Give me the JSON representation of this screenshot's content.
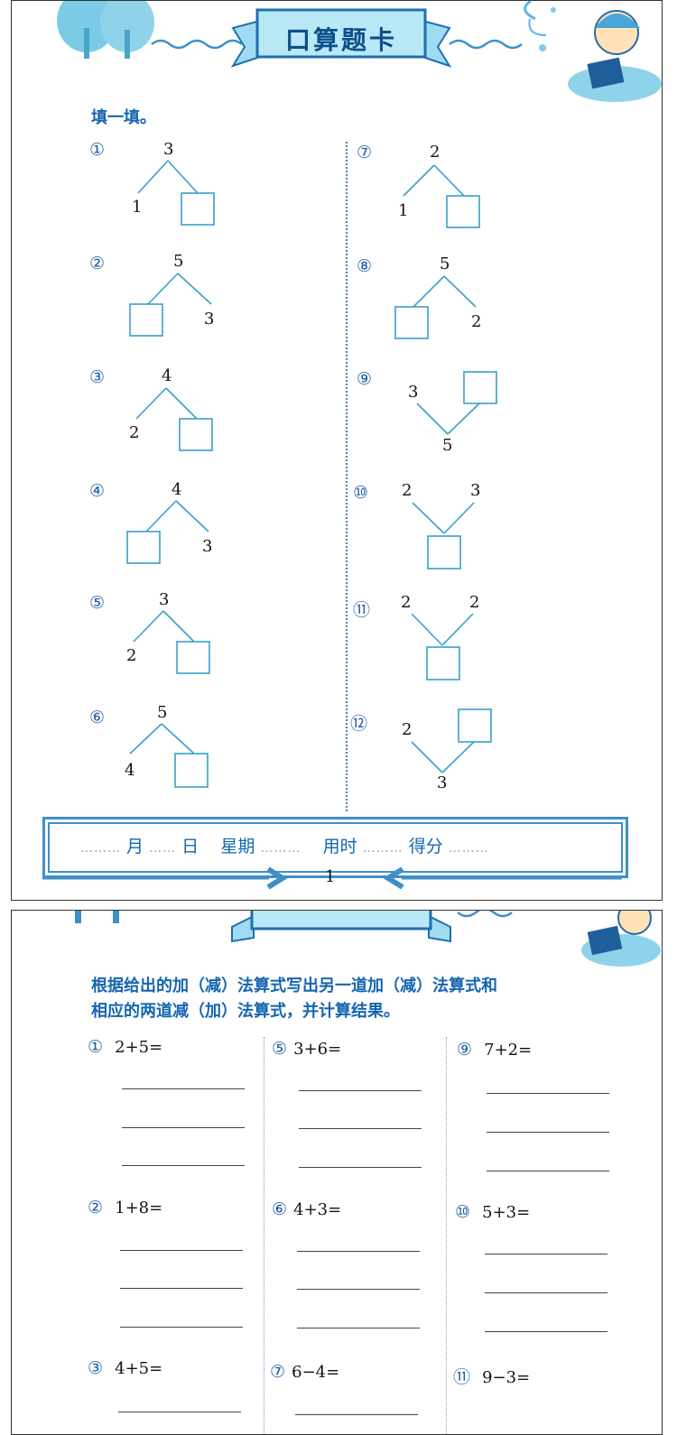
{
  "card1": {
    "title": "口算题卡",
    "instruction": "填一填。",
    "problems_left": [
      {
        "label": "①",
        "top": "3",
        "bl": "1",
        "br": ""
      },
      {
        "label": "②",
        "top": "5",
        "bl": "",
        "br": "3"
      },
      {
        "label": "③",
        "top": "4",
        "bl": "2",
        "br": ""
      },
      {
        "label": "④",
        "top": "4",
        "bl": "",
        "br": "3"
      },
      {
        "label": "⑤",
        "top": "3",
        "bl": "2",
        "br": ""
      },
      {
        "label": "⑥",
        "top": "5",
        "bl": "4",
        "br": ""
      }
    ],
    "problems_right": [
      {
        "label": "⑦",
        "top": "2",
        "bl": "1",
        "br": ""
      },
      {
        "label": "⑧",
        "top": "5",
        "bl": "",
        "br": "2"
      },
      {
        "label": "⑨",
        "tl": "3",
        "tr": "",
        "bottom": "5"
      },
      {
        "label": "⑩",
        "tl": "2",
        "tr": "3",
        "bottom": ""
      },
      {
        "label": "⑪",
        "tl": "2",
        "tr": "2",
        "bottom": ""
      },
      {
        "label": "⑫",
        "tl": "2",
        "tr": "",
        "bottom": "3"
      }
    ],
    "footer": {
      "month": "月",
      "day": "日",
      "weekday": "星期",
      "time_used": "用时",
      "score": "得分",
      "page_number": "1"
    }
  },
  "card2": {
    "instruction_line1": "根据给出的加（减）法算式写出另一道加（减）法算式和",
    "instruction_line2": "相应的两道减（加）法算式，并计算结果。",
    "columns": [
      [
        {
          "label": "①",
          "expr": "2+5="
        },
        {
          "label": "②",
          "expr": "1+8="
        },
        {
          "label": "③",
          "expr": "4+5="
        }
      ],
      [
        {
          "label": "⑤",
          "expr": "3+6="
        },
        {
          "label": "⑥",
          "expr": "4+3="
        },
        {
          "label": "⑦",
          "expr": "6−4="
        }
      ],
      [
        {
          "label": "⑨",
          "expr": "7+2="
        },
        {
          "label": "⑩",
          "expr": "5+3="
        },
        {
          "label": "⑪",
          "expr": "9−3="
        }
      ]
    ]
  }
}
